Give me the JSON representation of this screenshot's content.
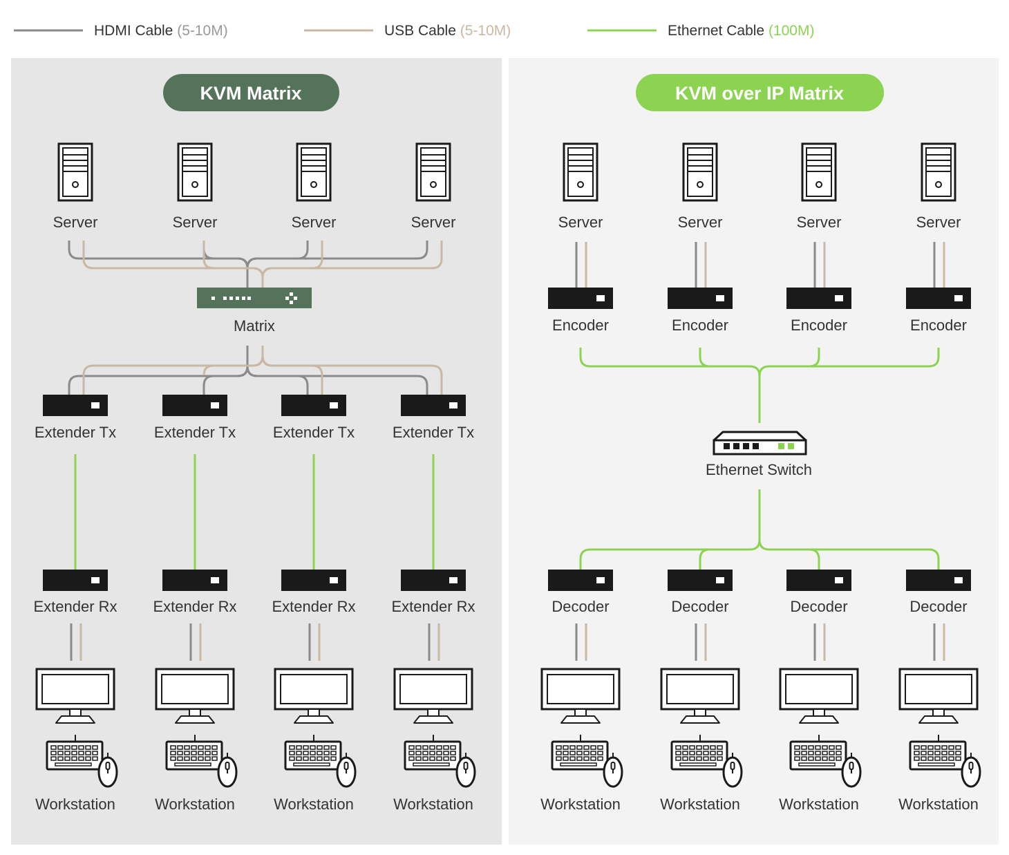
{
  "colors": {
    "hdmi": "#8a8a8a",
    "usb": "#c8b8a4",
    "ethernet": "#8dd352",
    "panel_left": "#e6e6e6",
    "panel_right": "#f2f3f2",
    "title_left": "#55735a",
    "title_right": "#8dd352",
    "device": "#1a1a1a"
  },
  "legend": [
    {
      "label": "HDMI Cable ",
      "spec": "(5-10M)",
      "color": "#8a8a8a"
    },
    {
      "label": "USB Cable ",
      "spec": "(5-10M)",
      "color": "#c8b8a4"
    },
    {
      "label": "Ethernet Cable ",
      "spec": "(100M)",
      "color": "#8dd352"
    }
  ],
  "left_panel": {
    "title": "KVM Matrix",
    "servers": [
      "Server",
      "Server",
      "Server",
      "Server"
    ],
    "matrix": "Matrix",
    "transmitters": [
      "Extender  Tx",
      "Extender  Tx",
      "Extender  Tx",
      "Extender  Tx"
    ],
    "receivers": [
      "Extender  Rx",
      "Extender  Rx",
      "Extender  Rx",
      "Extender  Rx"
    ],
    "workstations": [
      "Workstation",
      "Workstation",
      "Workstation",
      "Workstation"
    ]
  },
  "right_panel": {
    "title": "KVM over IP Matrix",
    "servers": [
      "Server",
      "Server",
      "Server",
      "Server"
    ],
    "encoders": [
      "Encoder",
      "Encoder",
      "Encoder",
      "Encoder"
    ],
    "switch": "Ethernet Switch",
    "decoders": [
      "Decoder",
      "Decoder",
      "Decoder",
      "Decoder"
    ],
    "workstations": [
      "Workstation",
      "Workstation",
      "Workstation",
      "Workstation"
    ]
  }
}
